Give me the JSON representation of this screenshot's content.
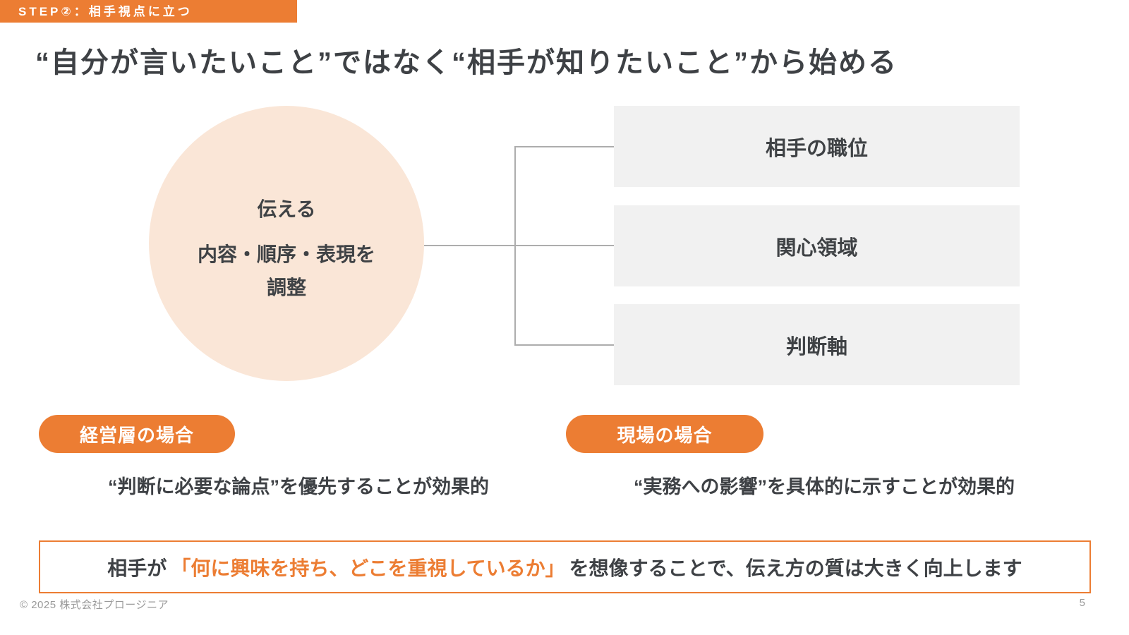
{
  "slide": {
    "step_tag": "STEP②：相手視点に立つ",
    "title": "“自分が言いたいこと”ではなく“相手が知りたいこと”から始める",
    "circle": {
      "line1": "伝える",
      "line2": "内容・順序・表現を",
      "line3": "調整"
    },
    "boxes": [
      "相手の職位",
      "関心領域",
      "判断軸"
    ],
    "cases": [
      {
        "badge": "経営層の場合",
        "description": "“判断に必要な論点”を優先することが効果的"
      },
      {
        "badge": "現場の場合",
        "description": "“実務への影響”を具体的に示すことが効果的"
      }
    ],
    "callout": {
      "prefix": "相手が",
      "highlight": "「何に興味を持ち、どこを重視しているか」",
      "suffix": "を想像することで、伝え方の質は大きく向上します"
    },
    "footer": {
      "copyright": "© 2025 株式会社プロージニア",
      "page_number": "5"
    }
  },
  "colors": {
    "accent_orange": "#ec7d33",
    "circle_fill": "#fae6d7",
    "box_fill": "#f1f1f1",
    "text_dark": "#3e4145",
    "connector_gray": "#adadad",
    "footer_gray": "#9a9a9a"
  }
}
